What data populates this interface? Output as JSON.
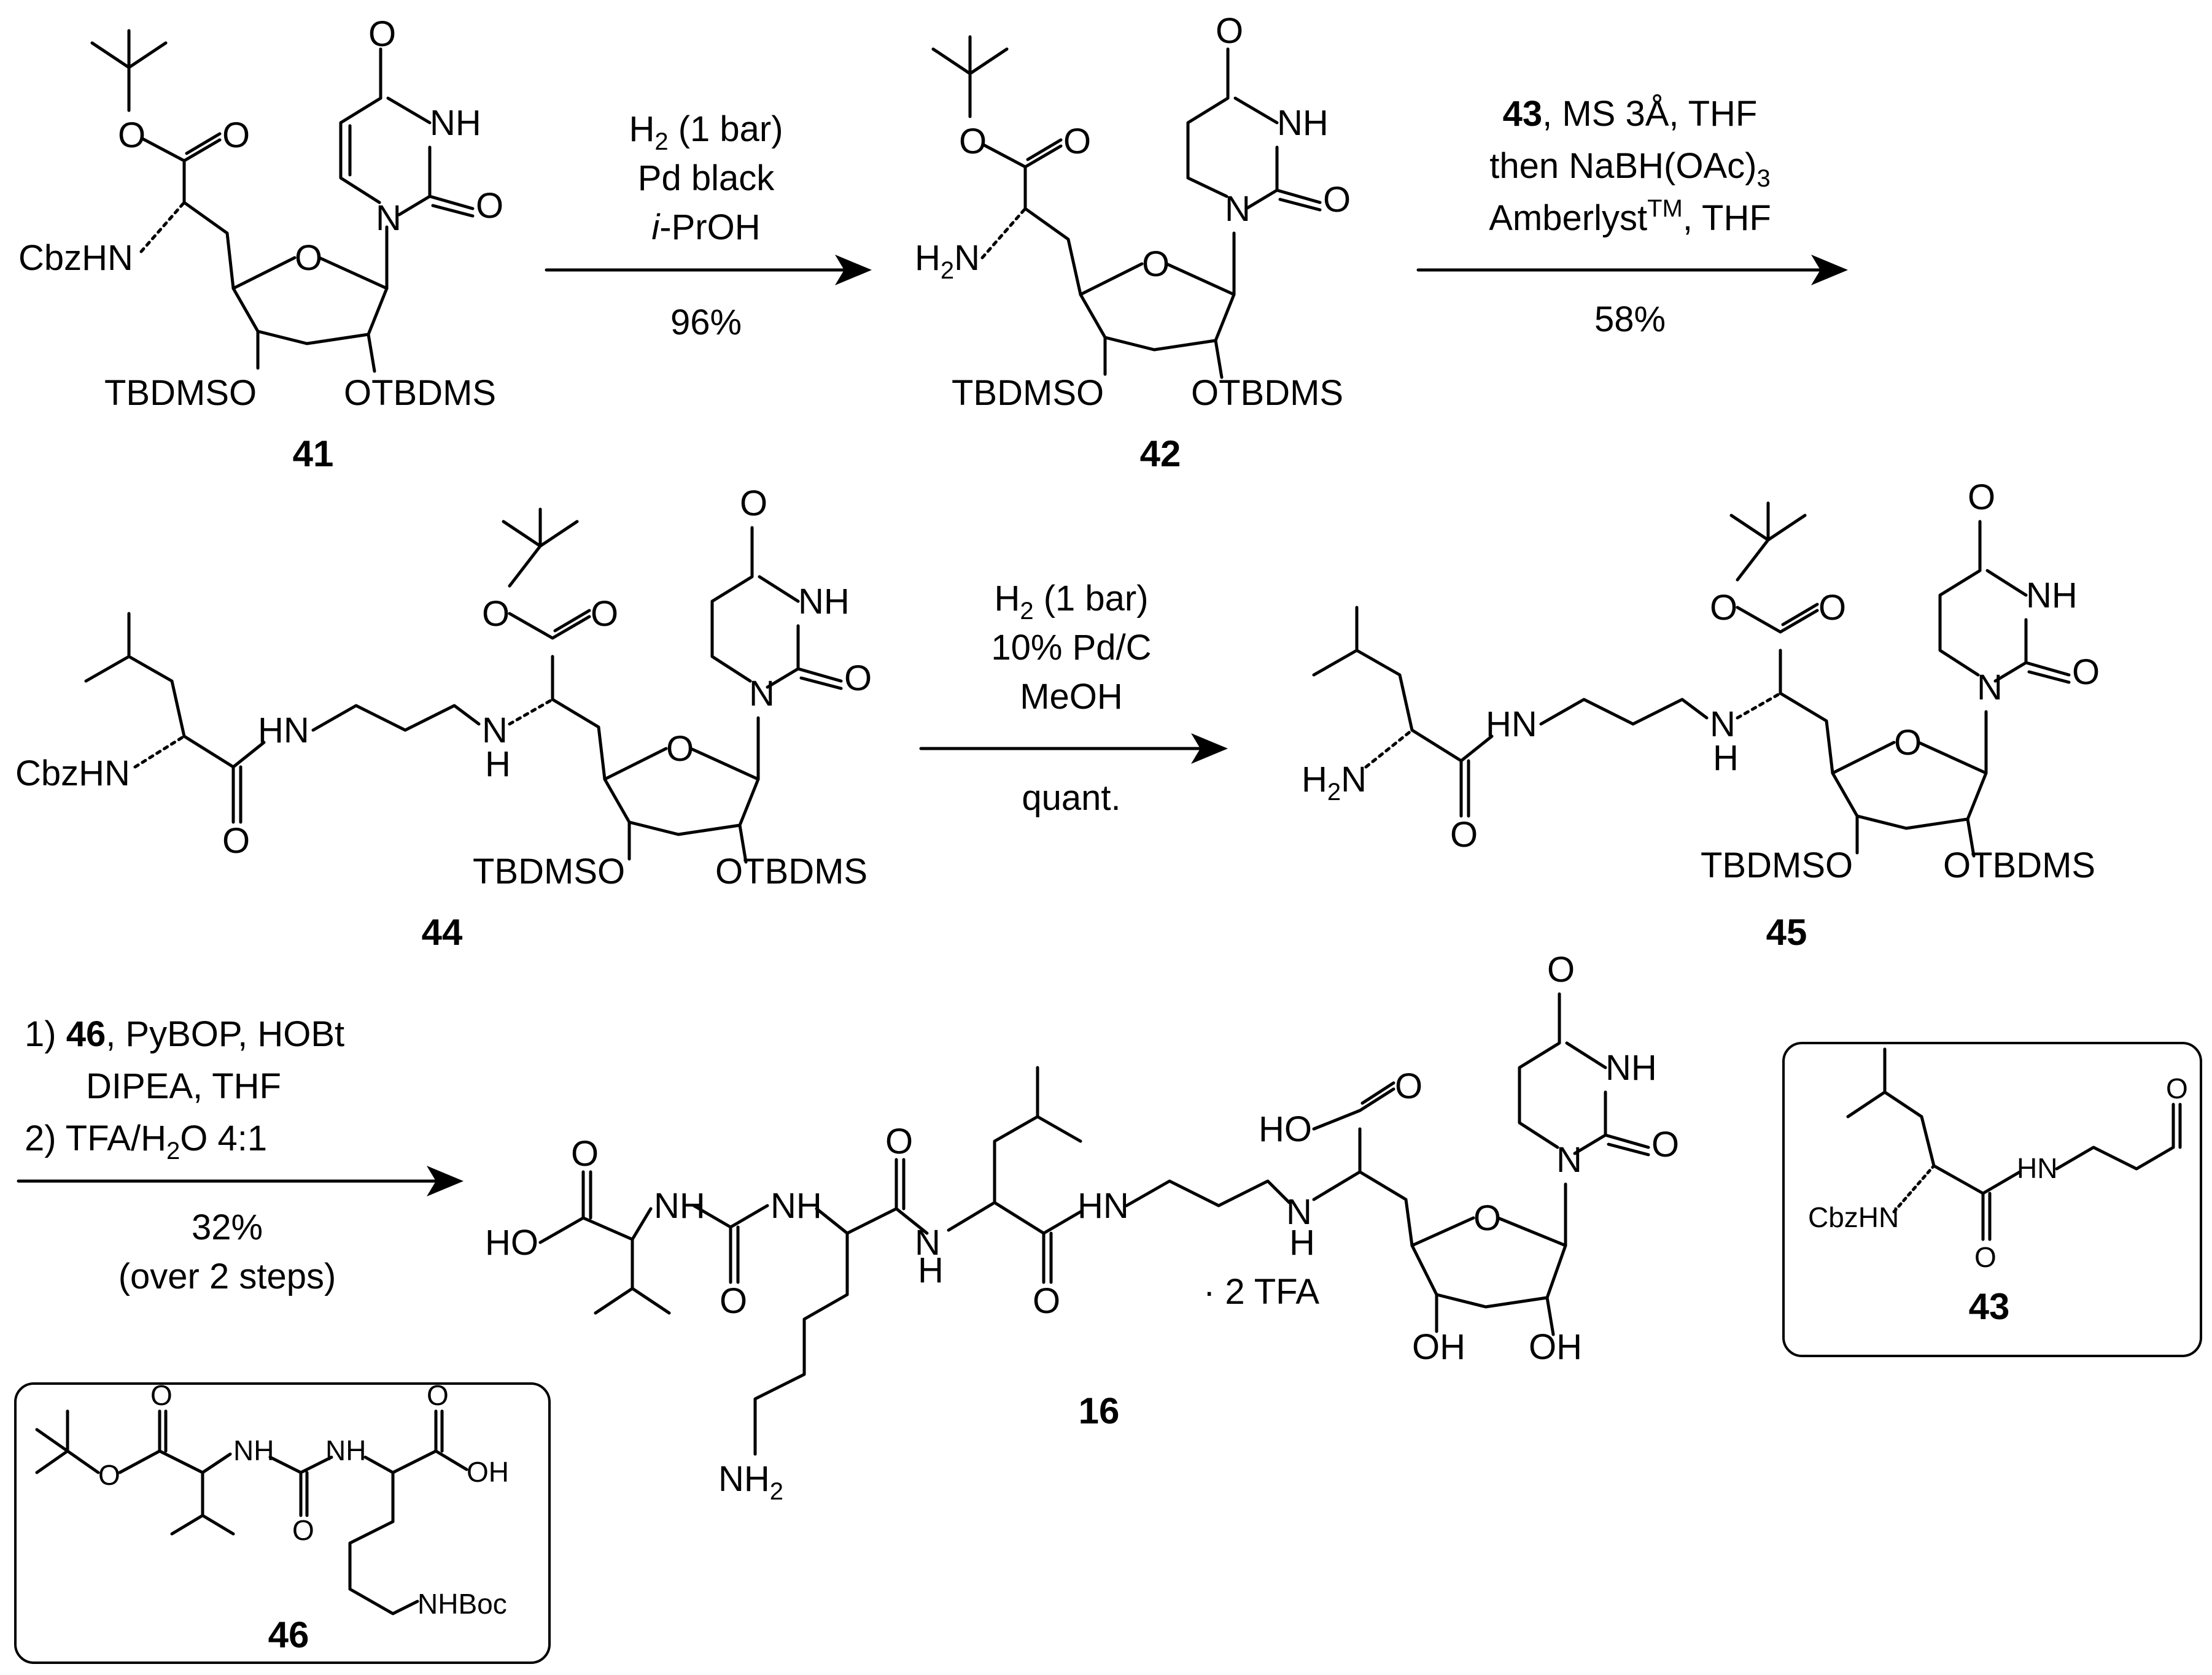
{
  "compounds": {
    "c41": {
      "label": "41",
      "protect_a": "CbzHN",
      "silyl_a": "TBDMSO",
      "silyl_b": "OTBDMS"
    },
    "c42": {
      "label": "42",
      "amine": "H",
      "amine_sub": "2",
      "amine_tail": "N",
      "silyl_a": "TBDMSO",
      "silyl_b": "OTBDMS"
    },
    "c44": {
      "label": "44",
      "protect_a": "CbzHN",
      "silyl_a": "TBDMSO",
      "silyl_b": "OTBDMS"
    },
    "c45": {
      "label": "45",
      "amine": "H",
      "amine_sub": "2",
      "amine_tail": "N",
      "silyl_a": "TBDMSO",
      "silyl_b": "OTBDMS"
    },
    "c16": {
      "label": "16",
      "salt": "· 2 TFA",
      "amine": "NH",
      "amine_sub": "2"
    },
    "c43": {
      "label": "43",
      "protect_a": "CbzHN"
    },
    "c46": {
      "label": "46",
      "nhboc": "NHBoc"
    }
  },
  "atoms": {
    "O": "O",
    "NH": "NH",
    "N": "N",
    "HN": "HN",
    "H": "H",
    "OH": "OH",
    "HO": "HO"
  },
  "reactions": {
    "r1": {
      "l1": "H",
      "l1_sub": "2",
      "l1_tail": " (1 bar)",
      "l2": "Pd black",
      "l3_i": "i",
      "l3_tail": "-PrOH",
      "yield": "96%"
    },
    "r2": {
      "l1_bold": "43",
      "l1_tail": ", MS 3Å, THF",
      "l2": "then NaBH(OAc)",
      "l2_sub": "3",
      "l3": "Amberlyst",
      "l3_sup": "TM",
      "l3_tail": ", THF",
      "yield": "58%"
    },
    "r3": {
      "l1": "H",
      "l1_sub": "2",
      "l1_tail": " (1 bar)",
      "l2": "10% Pd/C",
      "l3": "MeOH",
      "yield": "quant."
    },
    "r4": {
      "l1_pre": "1) ",
      "l1_bold": "46",
      "l1_tail": ", PyBOP, HOBt",
      "l2": "DIPEA, THF",
      "l3_pre": "2) TFA/H",
      "l3_sub": "2",
      "l3_tail": "O 4:1",
      "yield": "32%",
      "yield2": "(over 2 steps)"
    }
  }
}
